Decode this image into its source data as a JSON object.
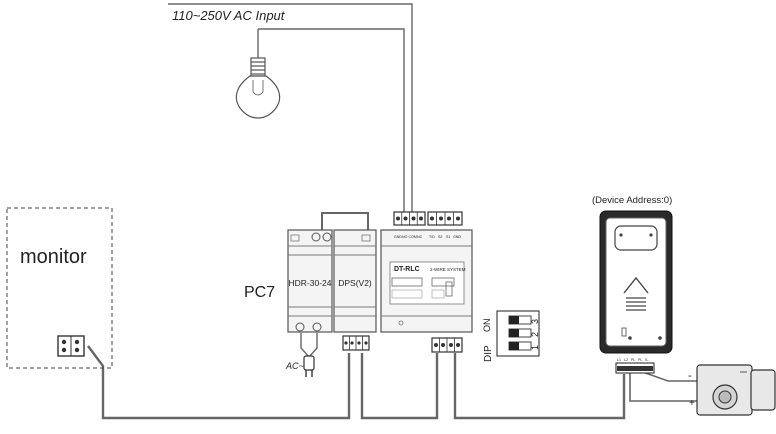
{
  "labels": {
    "ac_input": "110~250V AC Input",
    "device_address": "(Device Address:0)",
    "monitor": "monitor",
    "pc7": "PC7",
    "hdr": "HDR-30-24",
    "dps": "DPS(V2)",
    "ac_plug": "AC~",
    "dtrlc": "DT-RLC",
    "dtrlc_sub": "2-WIRE SYSTEM",
    "dip": "DIP",
    "dip_on": "ON",
    "dip_1": "1",
    "dip_2": "2",
    "dip_3": "3",
    "lock_minus": "-",
    "lock_plus": "+",
    "rlc_term_1": "GND",
    "rlc_term_2": "NO",
    "rlc_term_3": "COM",
    "rlc_term_4": "NC",
    "rlc_term_5": "T/D",
    "rlc_term_6": "S2",
    "rlc_term_7": "S1",
    "rlc_term_8": "GND",
    "ds_term_1": "L1",
    "ds_term_2": "L2",
    "ds_term_3": "PL",
    "ds_term_4": "PL",
    "ds_term_5": "S-"
  },
  "colors": {
    "wire": "#666666",
    "device_outline": "#555555",
    "device_fill": "#f4f4f4",
    "doorstation_body": "#2a2a2a"
  }
}
